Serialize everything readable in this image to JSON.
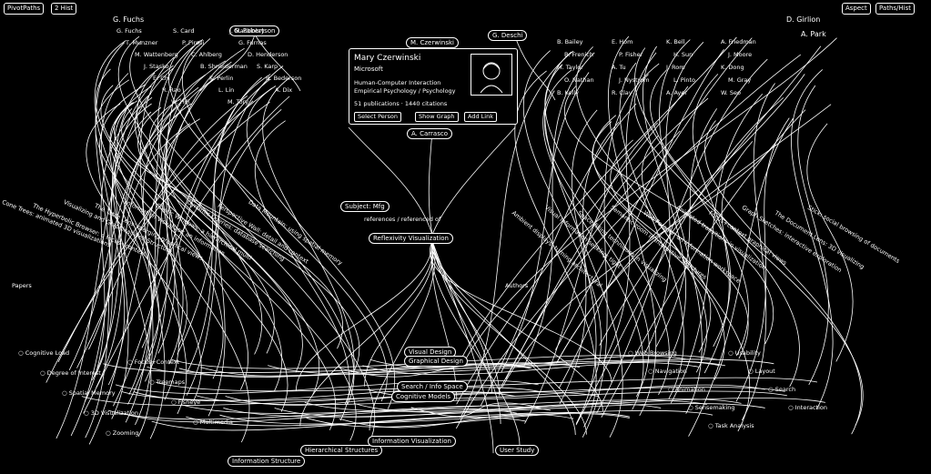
{
  "toolbar": {
    "left1": "PivotPaths",
    "left2": "2 Hist",
    "right1": "Aspect",
    "right2": "Paths/Hist"
  },
  "card": {
    "name": "Mary Czerwinski",
    "institution": "Microsoft",
    "fields": [
      "Human-Computer Interaction",
      "Empirical Psychology / Psychology"
    ],
    "pubs": "51 publications · 1440 citations",
    "btn_select": "Select Person",
    "btn_graph": "Show Graph",
    "btn_more": "Add Link"
  },
  "nodes": {
    "top_left_a": "G. Fuchs",
    "top_left_b": "G. Robertson",
    "top_center": "M. Czerwinski",
    "top_center2": "G. Deschi",
    "top_right": "D. Girlion",
    "top_right2": "A. Park",
    "mid_author": "A. Carrasco",
    "focus": "Subject: Mfg",
    "mid_link": "references / referenced of",
    "central": "Reflexivity Visualization",
    "side_left": "Papers",
    "side_right": "Authors",
    "bottom1": "Information Structure",
    "bottom2": "Hierarchical Structures",
    "bottom3": "Information Visualization",
    "bottom4": "User Study",
    "center_a": "Visual Design",
    "center_b": "Graphical Design",
    "center_c": "Search / Info Space",
    "center_d": "Cognitive Models"
  },
  "left_names": [
    "G. Fuchs",
    "S. Card",
    "J. Mackinlay",
    "T. Munzner",
    "P. Pirolli",
    "G. Furnas",
    "M. Wattenberg",
    "C. Ahlberg",
    "D. Henderson",
    "J. Stasko",
    "B. Shneiderman",
    "S. Karp",
    "E. Chi",
    "K. Perlin",
    "B. Bederson",
    "R. Rao",
    "L. Lin",
    "A. Dix",
    "W. Hill",
    "M. Tory"
  ],
  "right_names": [
    "B. Bailey",
    "E. Hom",
    "K. Bell",
    "A. Friedman",
    "B. Frenich",
    "P. Fisher",
    "H. Sun",
    "J. Moore",
    "M. Taylor",
    "A. Tu",
    "J. Rom",
    "K. Dong",
    "O. Nathan",
    "J. Nystrom",
    "L. Pinto",
    "M. Gray",
    "B. Kelly",
    "R. Clay",
    "A. Ayer",
    "W. Seo"
  ],
  "left_papers": [
    "Cone Trees: animated 3D visualizations",
    "The Hyperbolic Browser: a focus+context",
    "Visualizing and Graphical Web Structure",
    "The Table Lens: merging graphical views",
    "Information Visualizer: an information",
    "Elastic Windows: a hierarchical multi",
    "Dynamic Queries: database searching",
    "Perspective Wall: detail and context",
    "Data Mountain: using spatial memory"
  ],
  "right_papers": [
    "Ambient displays: turning architectural",
    "Visual information seeking: tight",
    "Space-filling techniques in visualizing",
    "Semantic zoom in interactive structures",
    "Web Forager: an information workspace",
    "Animated transitions in visualization",
    "Focus+context graphical views",
    "Graph Sketches: interactive exploration",
    "The Document Lens: 3D visualizing",
    "Stick: social browsing of documents"
  ],
  "bottom_terms": [
    "Cognitive Load",
    "Degree of Interest",
    "Spatial Memory",
    "3D Visualization",
    "Zooming",
    "Focus+Context",
    "Treemaps",
    "Fisheye",
    "Multimedia",
    "Web Browsing",
    "Navigation",
    "Animation",
    "Sensemaking",
    "Task Analysis",
    "Usability",
    "Layout",
    "Search",
    "Interaction"
  ]
}
